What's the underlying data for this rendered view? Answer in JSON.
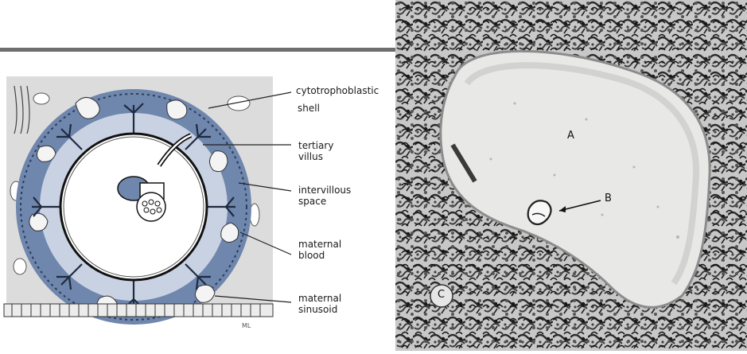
{
  "diagram": {
    "labels": {
      "shell_line1": "cytotrophoblastic",
      "shell_line2": "shell",
      "villus_line1": "tertiary",
      "villus_line2": "villus",
      "space_line1": "intervillous",
      "space_line2": "space",
      "blood_line1": "maternal",
      "blood_line2": "blood",
      "sinusoid_line1": "maternal",
      "sinusoid_line2": "sinusoid"
    },
    "credit": "ML"
  },
  "micrograph": {
    "labels": {
      "a": "A",
      "b": "B",
      "c": "C"
    }
  },
  "colors": {
    "shell_blue": "#6f86ad",
    "shell_dark": "#2d3d5a",
    "tissue_gray": "#d9d9d9",
    "rule": "#6e6e6e"
  }
}
